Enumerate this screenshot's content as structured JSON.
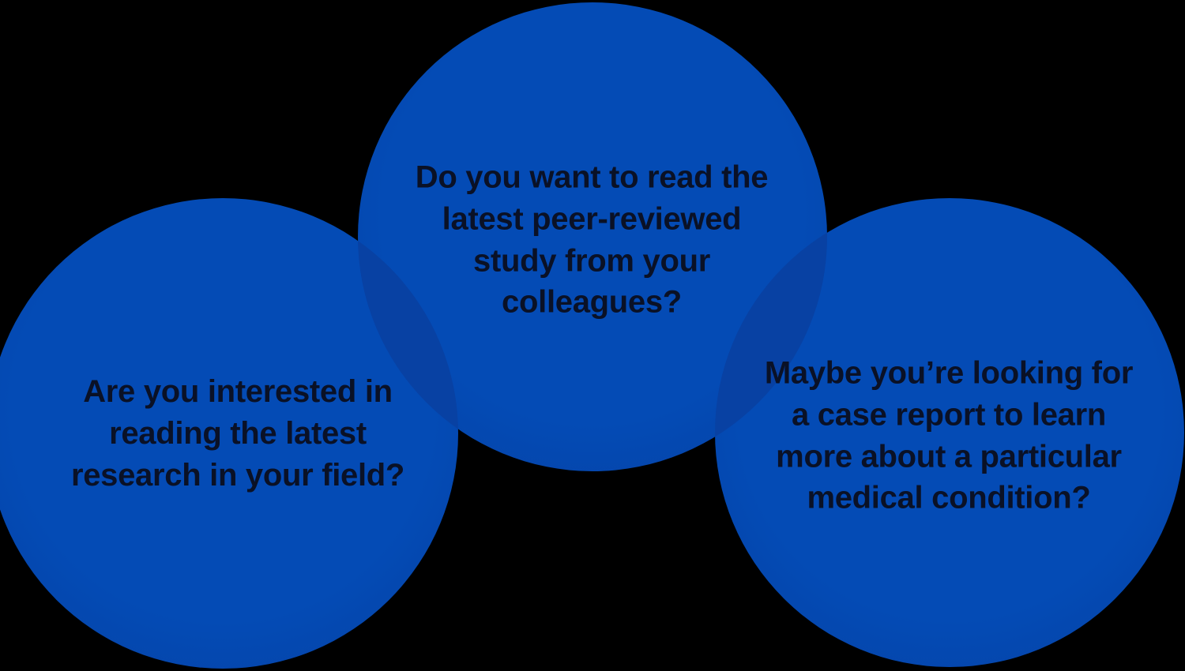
{
  "colors": {
    "background": "#000000",
    "circle_fill": "#044BB5",
    "circle_edge_fill": "#0545AB",
    "overlap_fill": "#0841A3",
    "text_color": "#0A1126"
  },
  "circles": [
    {
      "id": "left",
      "text": "Are you interested in\nreading the latest\nresearch in your field?"
    },
    {
      "id": "center",
      "text": "Do you want to read the\nlatest peer-reviewed\nstudy from your\ncolleagues?"
    },
    {
      "id": "right",
      "text": "Maybe you’re looking for\na case report to learn\nmore about a particular\nmedical condition?"
    }
  ]
}
